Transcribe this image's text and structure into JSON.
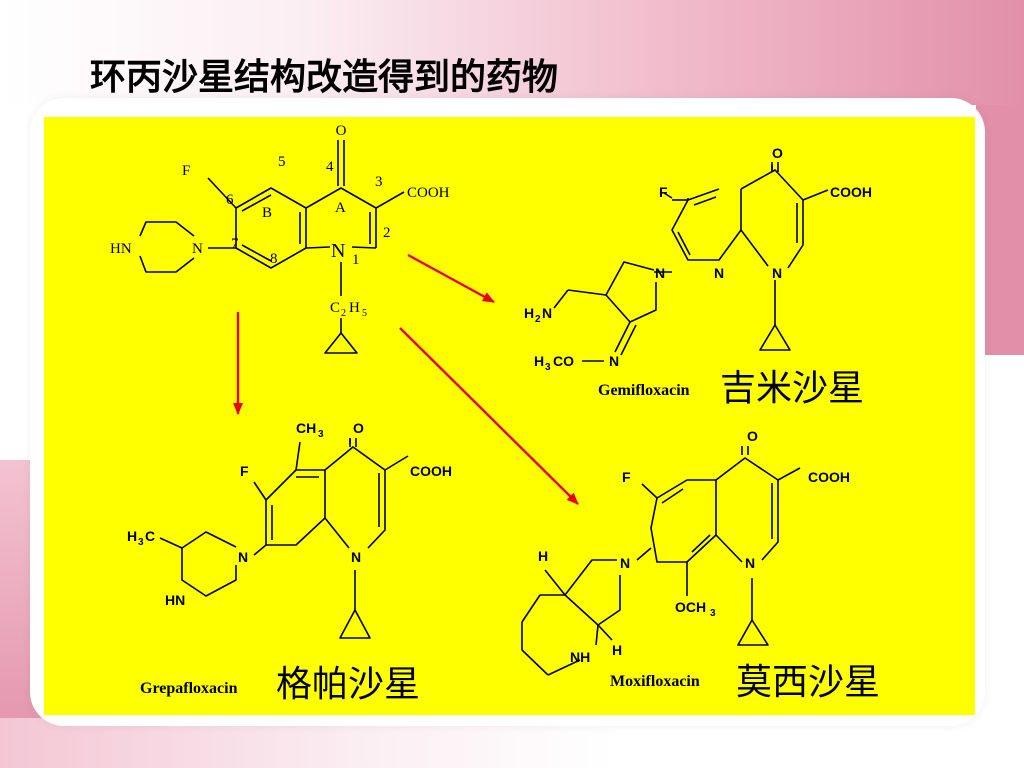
{
  "title": "环丙沙星结构改造得到的药物",
  "colors": {
    "panel": "#ffff00",
    "arrow": "#e8001a",
    "accent": "#e290aa"
  },
  "parent": {
    "atoms": {
      "o": "O",
      "f": "F",
      "cooh": "COOH",
      "hn": "HN",
      "n": "N",
      "n1": "N",
      "c": "C",
      "h": "H",
      "sub2": "2",
      "sub5": "5"
    },
    "ring_labels": {
      "a": "A",
      "b": "B"
    },
    "positions": {
      "p1": "1",
      "p2": "2",
      "p3": "3",
      "p4": "4",
      "p5": "5",
      "p6": "6",
      "p7": "7",
      "p8": "8"
    }
  },
  "gemifloxacin": {
    "atoms": {
      "o": "O",
      "f": "F",
      "cooh": "COOH",
      "n": "N",
      "h2n_h": "H",
      "h2n_2": "2",
      "h2n_n": "N",
      "h3co_h": "H",
      "h3co_3": "3",
      "h3co_co": "CO",
      "n_ox": "N"
    },
    "latin_name": "Gemifloxacin",
    "cn_name": "吉米沙星"
  },
  "grepafloxacin": {
    "atoms": {
      "ch3_c": "CH",
      "ch3_3": "3",
      "o": "O",
      "f": "F",
      "cooh": "COOH",
      "n": "N",
      "h3c_h": "H",
      "h3c_3": "3",
      "h3c_c": "C",
      "hn": "HN"
    },
    "latin_name": "Grepafloxacin",
    "cn_name": "格帕沙星"
  },
  "moxifloxacin": {
    "atoms": {
      "o": "O",
      "f": "F",
      "cooh": "COOH",
      "n": "N",
      "h": "H",
      "och3_oc": "OCH",
      "och3_3": "3",
      "nh": "NH"
    },
    "latin_name": "Moxifloxacin",
    "cn_name": "莫西沙星"
  }
}
